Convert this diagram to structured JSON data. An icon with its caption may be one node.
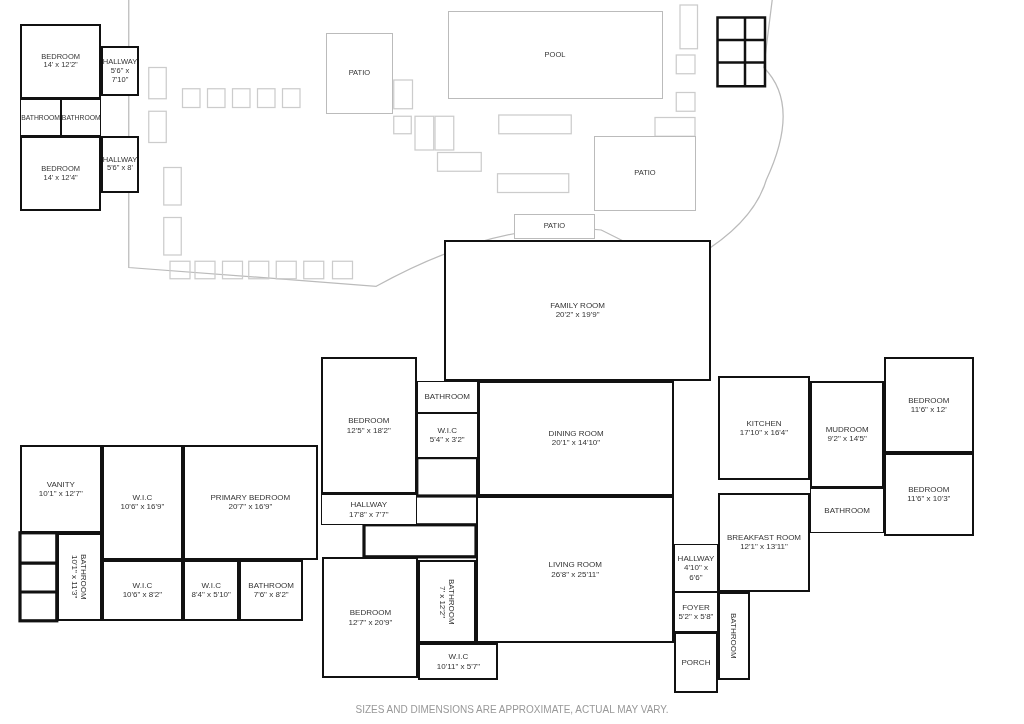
{
  "diagram": {
    "nodes": [
      {
        "text": [
          "BEDROOM",
          "14' x 12'2\""
        ]
      },
      {
        "text": [
          "HALLWAY",
          "5'6\" x 7'10\""
        ]
      },
      {
        "text": [
          "BATHROOM"
        ]
      },
      {
        "text": [
          "BATHROOM"
        ]
      },
      {
        "text": [
          "BEDROOM",
          "14' x 12'4\""
        ]
      },
      {
        "text": [
          "HALLWAY",
          "5'6\" x 8'"
        ]
      },
      {
        "text": [
          "PATIO"
        ]
      },
      {
        "text": [
          "POOL"
        ]
      },
      {
        "text": [
          "PATIO"
        ]
      },
      {
        "text": [
          "PATIO"
        ]
      },
      {
        "text": [
          "FAMILY ROOM",
          "20'2\" x 19'9\""
        ]
      },
      {
        "text": [
          "BEDROOM",
          "12'5\" x 18'2\""
        ]
      },
      {
        "text": [
          "BATHROOM"
        ]
      },
      {
        "text": [
          "W.I.C",
          "5'4\" x 3'2\""
        ]
      },
      {
        "text": [
          "DINING ROOM",
          "20'1\" x 14'10\""
        ]
      },
      {
        "text": [
          "KITCHEN",
          "17'10\" x 16'4\""
        ]
      },
      {
        "text": [
          "MUDROOM",
          "9'2\" x 14'5\""
        ]
      },
      {
        "text": [
          "BEDROOM",
          "11'6\" x 12'"
        ]
      },
      {
        "text": [
          "BEDROOM",
          "11'6\" x 10'3\""
        ]
      },
      {
        "text": [
          "BATHROOM"
        ]
      },
      {
        "text": [
          "VANITY",
          "10'1\" x 12'7\""
        ]
      },
      {
        "text": [
          "W.I.C",
          "10'6\" x 16'9\""
        ]
      },
      {
        "text": [
          "PRIMARY BEDROOM",
          "20'7\" x 16'9\""
        ]
      },
      {
        "text": [
          "HALLWAY",
          "17'8\" x 7'7\""
        ]
      },
      {
        "text": [
          "BATHROOM",
          "10'1\" x 11'3\""
        ]
      },
      {
        "text": [
          "W.I.C",
          "10'6\" x 8'2\""
        ]
      },
      {
        "text": [
          "W.I.C",
          "8'4\" x 5'10\""
        ]
      },
      {
        "text": [
          "BATHROOM",
          "7'6\" x 8'2\""
        ]
      },
      {
        "text": [
          "BEDROOM",
          "12'7\" x 20'9\""
        ]
      },
      {
        "text": [
          "BATHROOM",
          "7' x 12'2\""
        ]
      },
      {
        "text": [
          "LIVING ROOM",
          "26'8\" x 25'11\""
        ]
      },
      {
        "text": [
          "BREAKFAST ROOM",
          "12'1\" x 13'11\""
        ]
      },
      {
        "text": [
          "HALLWAY",
          "4'10\" x 6'6\""
        ]
      },
      {
        "text": [
          "FOYER",
          "5'2\" x 5'8\""
        ]
      },
      {
        "text": [
          "BATHROOM"
        ]
      },
      {
        "text": [
          "W.I.C",
          "10'11\" x 5'7\""
        ]
      },
      {
        "text": [
          "PORCH"
        ]
      }
    ],
    "labels": [
      "SIZES AND DIMENSIONS ARE APPROXIMATE, ACTUAL MAY VARY."
    ]
  }
}
